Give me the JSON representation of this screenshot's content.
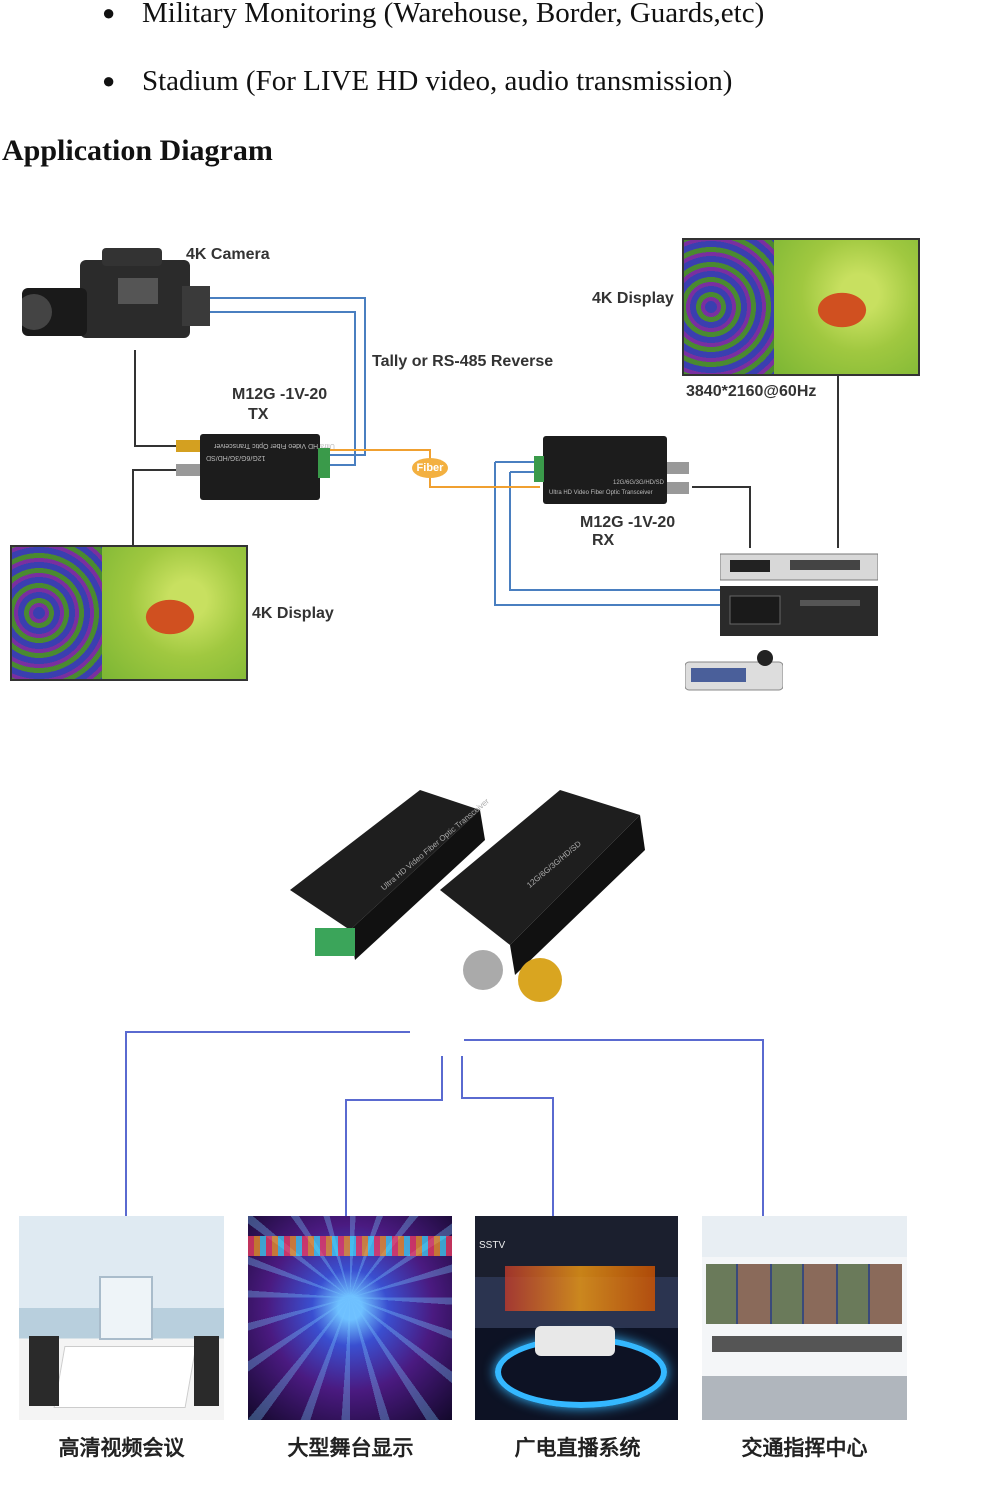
{
  "bullets": [
    "Military Monitoring (Warehouse, Border, Guards,etc)",
    "Stadium (For LIVE HD video, audio transmission)"
  ],
  "heading": "Application Diagram",
  "diagram": {
    "camera_label": "4K Camera",
    "display_top_label": "4K Display",
    "resolution_label": "3840*2160@60Hz",
    "tally_label": "Tally or RS-485 Reverse",
    "tx_model": "M12G -1V-20",
    "tx_role": "TX",
    "rx_model": "M12G -1V-20",
    "rx_role": "RX",
    "fiber_label": "Fiber",
    "display_bottom_label": "4K Display",
    "tx_device_text": "Ultra HD Video Fiber Optic Transceiver",
    "tx_device_sub": "12G/6G/3G/HD/SD",
    "rx_device_text": "Ultra HD Video Fiber Optic Transceiver",
    "rx_device_sub": "12G/6G/3G/HD/SD"
  },
  "product": {
    "text1": "Ultra HD Video Fiber Optic Transceiver",
    "text2": "12G/6G/3G/HD/SD"
  },
  "applications": [
    {
      "caption": "高清视频会议",
      "icon": "conference-room"
    },
    {
      "caption": "大型舞台显示",
      "icon": "stage-lights"
    },
    {
      "caption": "广电直播系统",
      "icon": "broadcast-studio"
    },
    {
      "caption": "交通指挥中心",
      "icon": "traffic-control-center"
    }
  ],
  "app_studio_tag": "SSTV",
  "colors": {
    "wire_blue": "#4a7fc0",
    "wire_orange": "#f0a030",
    "line_purple": "#5a6ad0"
  }
}
